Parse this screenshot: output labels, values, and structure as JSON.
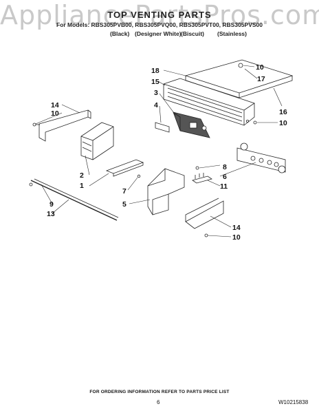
{
  "watermark": "AppliancePartsPros.com",
  "title": "TOP VENTING PARTS",
  "models": "For Models: RBS305PVB00, RBS305PVQ00, RBS305PVT00, RBS305PVS00",
  "colors": [
    "(Black)",
    "(Designer White)",
    "(Biscuit)",
    "(Stainless)"
  ],
  "callouts": [
    "18",
    "15",
    "3",
    "4",
    "14",
    "10",
    "2",
    "1",
    "7",
    "9",
    "13",
    "5",
    "8",
    "6",
    "11",
    "14",
    "10",
    "10",
    "17",
    "16",
    "10"
  ],
  "footer": "FOR ORDERING INFORMATION REFER TO PARTS PRICE LIST",
  "page_number": "6",
  "doc_number": "W10215838"
}
